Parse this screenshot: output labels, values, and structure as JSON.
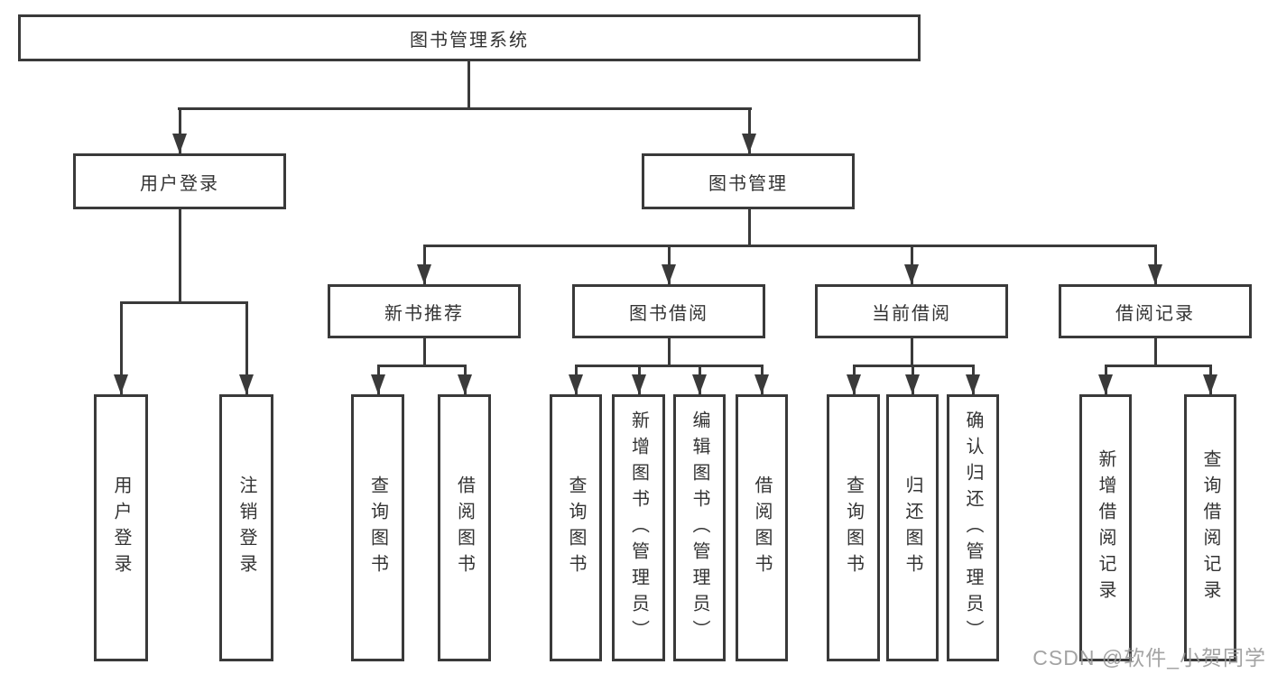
{
  "tree": {
    "root": "图书管理系统",
    "children": [
      {
        "label": "用户登录",
        "children": [
          "用户登录",
          "注销登录"
        ]
      },
      {
        "label": "图书管理",
        "children": [
          {
            "label": "新书推荐",
            "children": [
              "查询图书",
              "借阅图书"
            ]
          },
          {
            "label": "图书借阅",
            "children": [
              "查询图书",
              "新增图书（管理员）",
              "编辑图书（管理员）",
              "借阅图书"
            ]
          },
          {
            "label": "当前借阅",
            "children": [
              "查询图书",
              "归还图书",
              "确认归还（管理员）"
            ]
          },
          {
            "label": "借阅记录",
            "children": [
              "新增借阅记录",
              "查询借阅记录"
            ]
          }
        ]
      }
    ]
  },
  "watermark": {
    "text": "CSDN @软件_小贺同学"
  },
  "colors": {
    "line": "#3a3a3a",
    "text": "#333333",
    "watermark": "#969696",
    "background": "#ffffff"
  }
}
